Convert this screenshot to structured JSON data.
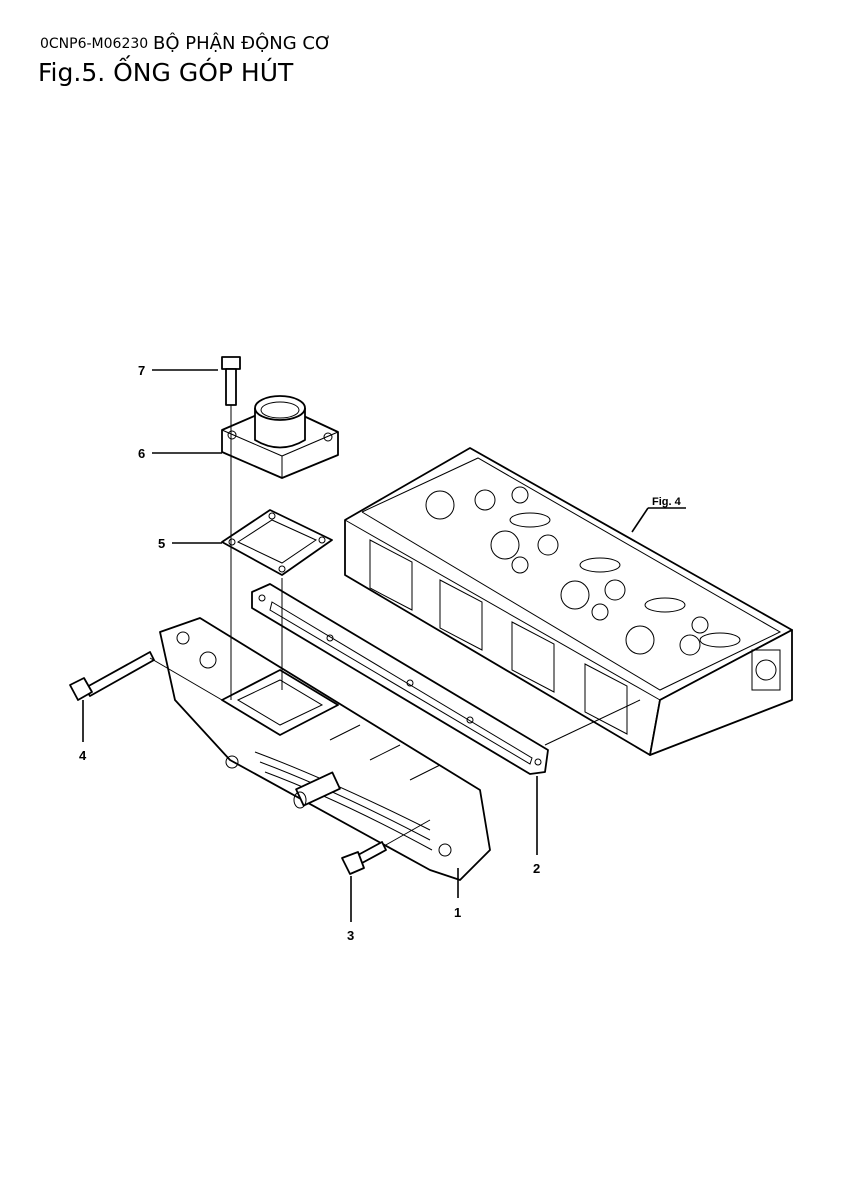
{
  "header": {
    "doc_code": "0CNP6-M06230",
    "section": "BỘ PHẬN ĐỘNG CƠ",
    "figure_title": "Fig.5.  ỐNG GÓP HÚT"
  },
  "diagram": {
    "reference": "Fig. 4",
    "callouts": [
      "1",
      "2",
      "3",
      "4",
      "5",
      "6",
      "7"
    ]
  }
}
